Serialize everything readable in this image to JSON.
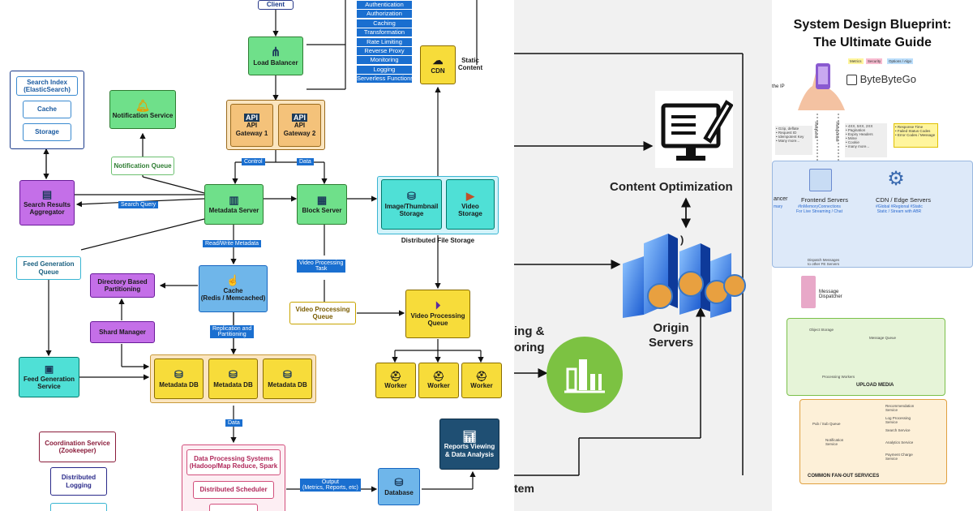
{
  "panel1": {
    "client": "Client",
    "load_balancer": "Load Balancer",
    "gateway_tags": [
      "Authentication",
      "Authorization",
      "Caching",
      "Transformation",
      "Rate Limiting",
      "Reverse Proxy",
      "Monitoring",
      "Logging",
      "Serverless Functions"
    ],
    "cdn": "CDN",
    "static_content": "Static\nContent",
    "api_gateway_1": "API\nGateway 1",
    "api_gateway_2": "API\nGateway 2",
    "search_index": "Search Index\n(ElasticSearch)",
    "cache": "Cache",
    "storage": "Storage",
    "notification_service": "Notification Service",
    "notification_queue": "Notification Queue",
    "control": "Control",
    "data": "Data",
    "search_query": "Search Query",
    "search_aggregator": "Search Results\nAggregator",
    "metadata_server": "Metadata Server",
    "block_server": "Block Server",
    "image_storage": "Image/Thumbnail\nStorage",
    "video_storage": "Video\nStorage",
    "distributed_file_storage": "Distributed File Storage",
    "read_write_metadata": "Read/Write Metadata",
    "feed_queue": "Feed Generation\nQueue",
    "directory_partitioning": "Directory Based\nPartitioning",
    "cache_redis": "Cache\n(Redis / Memcached)",
    "video_processing_task": "Video Processing\nTask",
    "video_processing_queue_small": "Video Processing\nQueue",
    "video_processing_queue": "Video Processing\nQueue",
    "shard_manager": "Shard Manager",
    "replication": "Replication and\nPartitioning",
    "feed_service": "Feed Generation\nService",
    "metadata_db": "Metadata DB",
    "worker": "Worker",
    "data_label": "Data",
    "coordination": "Coordination Service\n(Zookeeper)",
    "distributed_logging": "Distributed\nLogging",
    "data_processing": "Data Processing Systems\n(Hadoop/Map Reduce, Spark",
    "distributed_scheduler": "Distributed Scheduler",
    "output": "Output\n(Metrics, Reports, etc)",
    "database": "Database",
    "reports": "Reports Viewing\n& Data Analysis"
  },
  "panel2": {
    "content_optimization": "Content Optimization",
    "origin_servers": "Origin\nServers",
    "left_text_1": "ing &",
    "left_text_2": "oring",
    "bottom_text": "tem",
    "paren": ")"
  },
  "panel3": {
    "title": "System Design Blueprint:\nThe Ultimate Guide",
    "brand": "ByteByteGo",
    "ip_label": "the IP",
    "tags": [
      "Metrics",
      "Security",
      "Options / Algo"
    ],
    "request": "Request",
    "response": "Response",
    "req_notes": "• Gzip, deflate\n• Request ID\n• Idempotent Key\n• Many more...",
    "resp_notes": "• 4XX, 5XX, 2XX\n• Pagination\n• Expiry Headers\n• Mime\n• Cookie\n• many more...",
    "resp_yellow": "• Response Time\n• Failed Status Codes\n• Error Codes / Message",
    "balancer": "ancer",
    "balancer_sub": "mary",
    "frontend": "Frontend Servers",
    "frontend_sub": "#InMemoryConnections\nFor Live Streaming / Chat",
    "cdn_edge": "CDN / Edge Servers",
    "cdn_sub": "#Global #Regional #Static\nStatic / Stream with ABR",
    "dispatch": "Dispatch Messages\nto other FE Servers",
    "message_dispatcher": "Message\nDispatcher",
    "upload_media": "UPLOAD MEDIA",
    "object_storage": "Object Storage",
    "message_queue": "Message Queue",
    "processing_workers": "Processing Workers",
    "fan_out": "COMMON FAN-OUT SERVICES",
    "pubsub": "Pub / Sub Queue",
    "fan_services": [
      "Recommendation\nService",
      "Log Processing\nService",
      "Search Service",
      "Analytics Service",
      "Payment Charge\nService"
    ],
    "notification": "Notification\nService"
  }
}
